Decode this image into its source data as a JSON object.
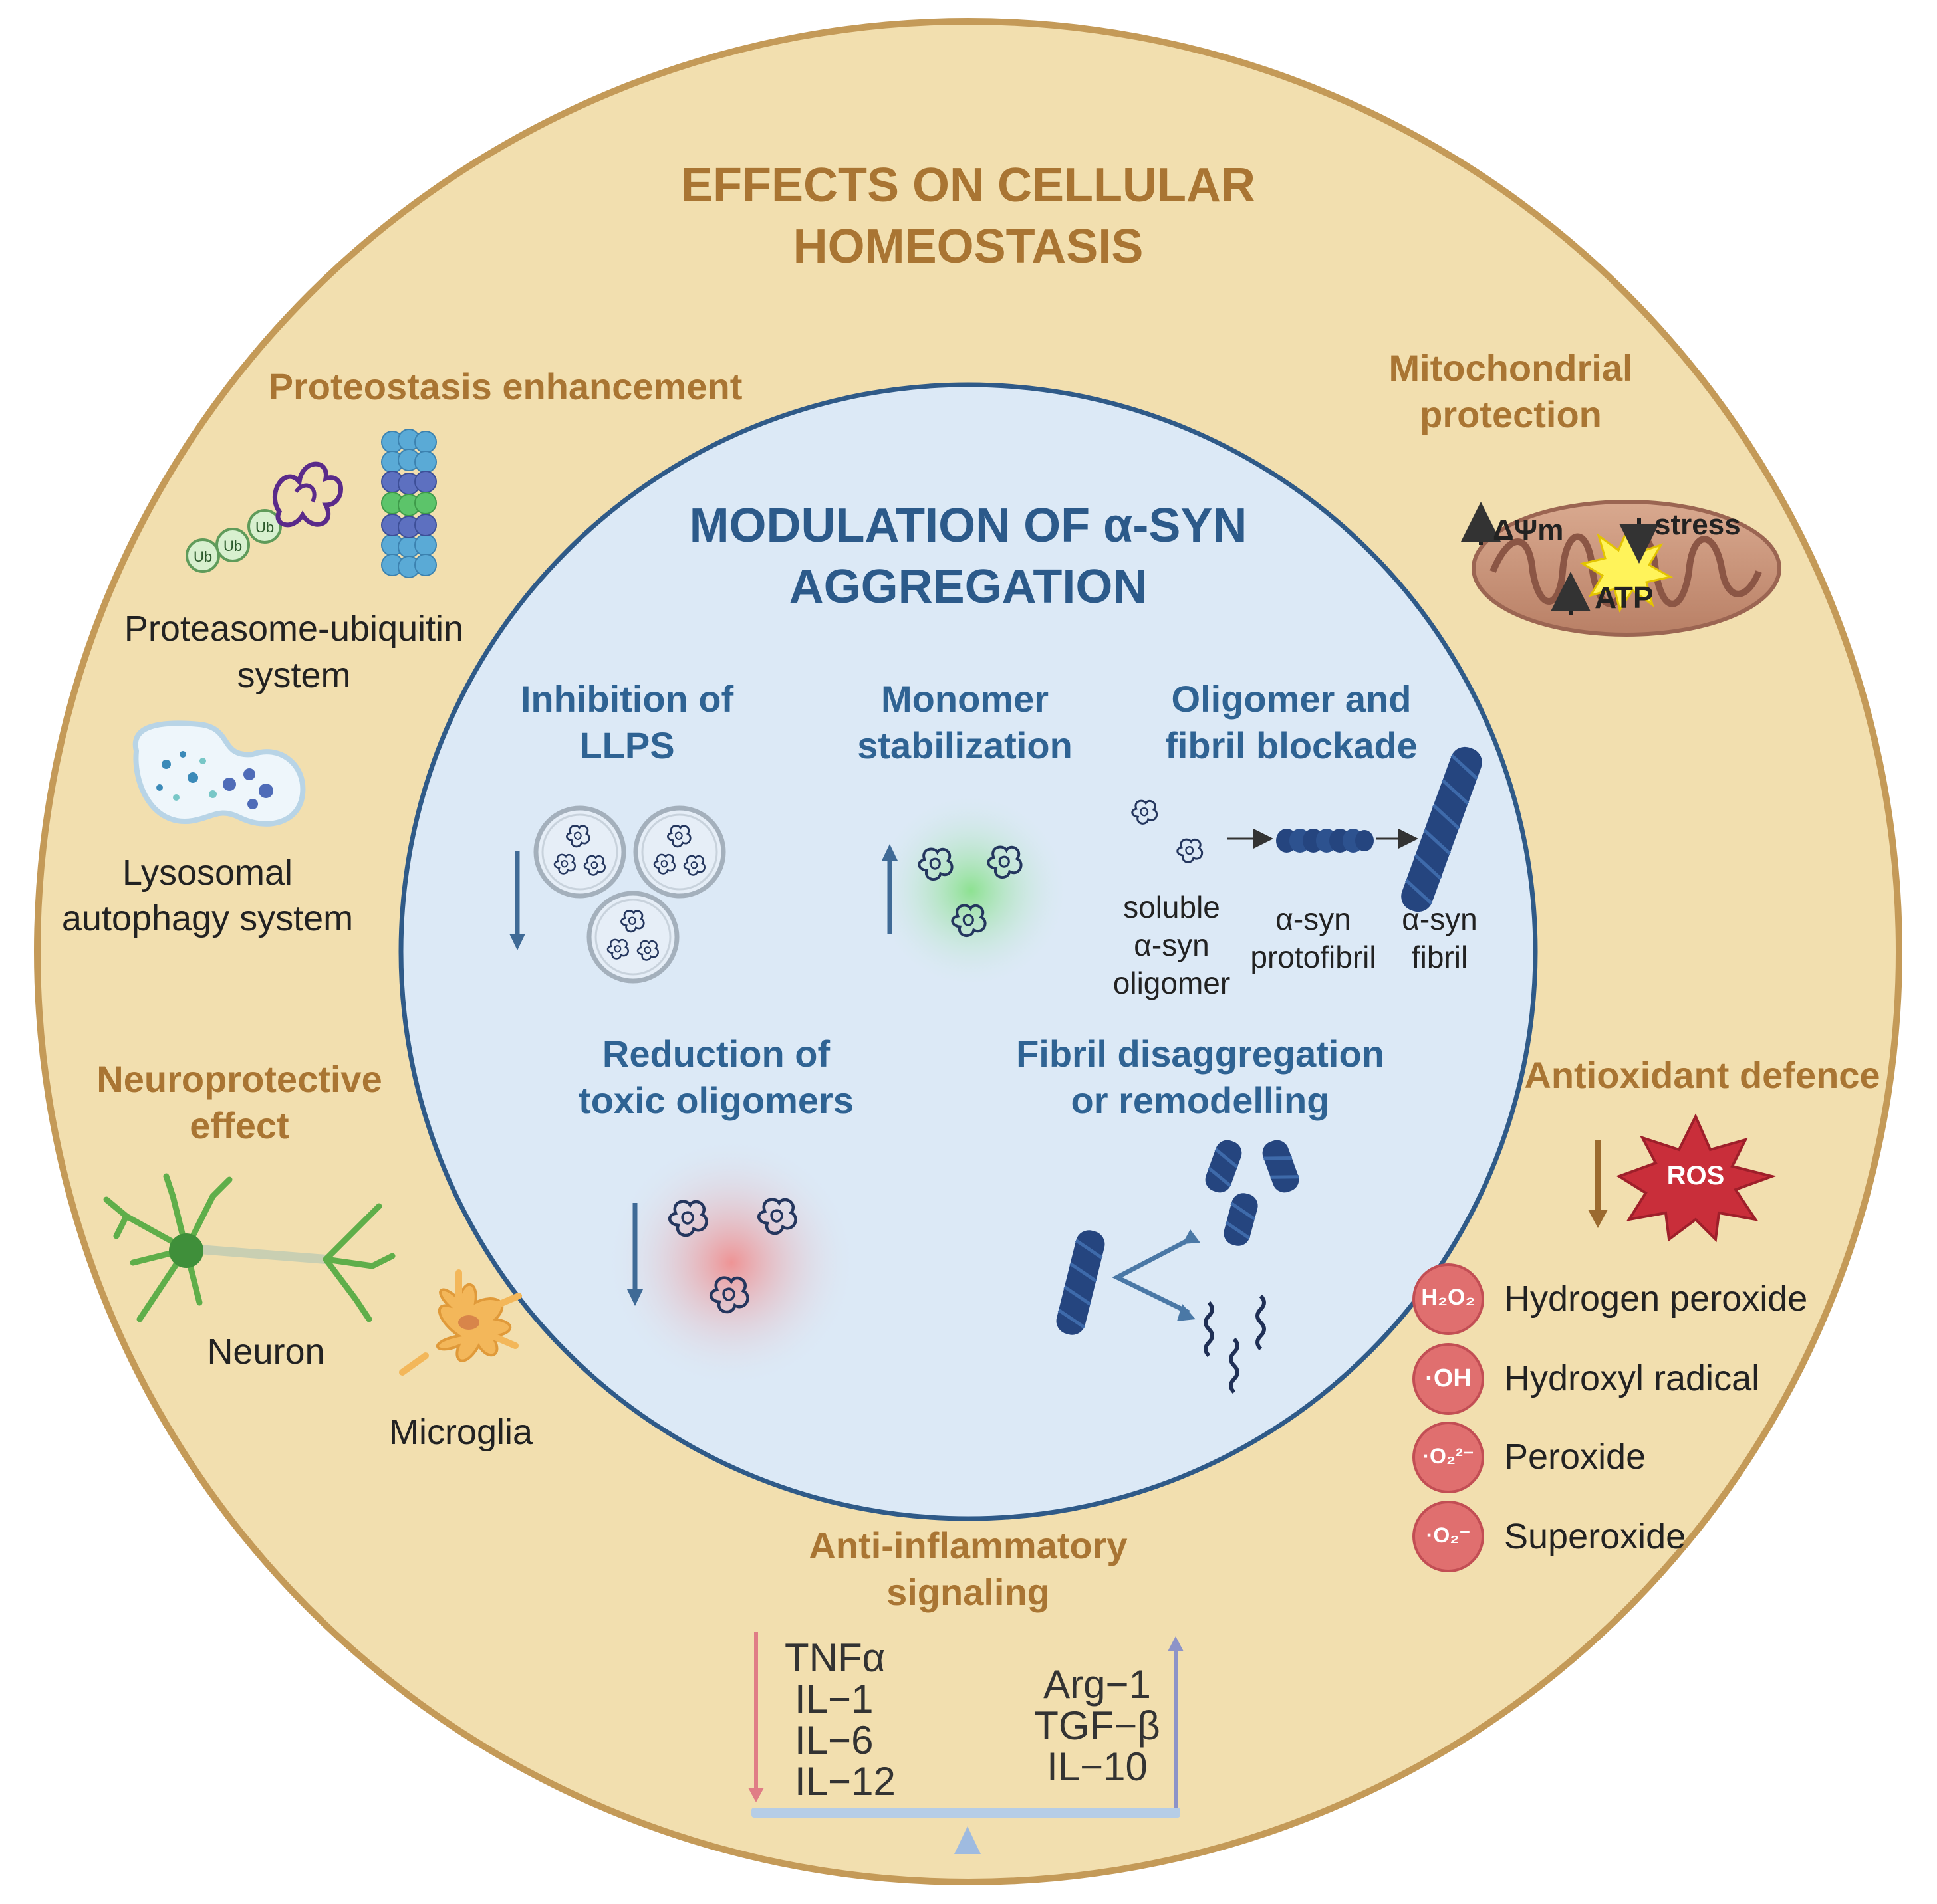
{
  "colors": {
    "outer_fill": "#f2dfaf",
    "outer_stroke": "#c49a58",
    "inner_fill": "#dce9f6",
    "inner_stroke": "#2f5a88",
    "outer_heading": "#a97533",
    "inner_heading": "#2f6393",
    "ros_red": "#c92e3a",
    "pro_inflammatory_arrow": "#e07d86",
    "anti_inflammatory_arrow": "#8d93c8"
  },
  "outer": {
    "title_line1": "EFFECTS ON CELLULAR",
    "title_line2": "HOMEOSTASIS",
    "proteostasis": {
      "heading": "Proteostasis enhancement",
      "ubiquitin_tag": "Ub",
      "proteasome_label_line1": "Proteasome-ubiquitin",
      "proteasome_label_line2": "system",
      "lysosome_label_line1": "Lysosomal",
      "lysosome_label_line2": "autophagy system"
    },
    "mitochondrial": {
      "heading_line1": "Mitochondrial",
      "heading_line2": "protection",
      "membrane_potential": "ΔΨm",
      "stress": "stress",
      "atp": "ATP"
    },
    "neuroprotective": {
      "heading_line1": "Neuroprotective",
      "heading_line2": "effect",
      "neuron": "Neuron",
      "microglia": "Microglia"
    },
    "antioxidant": {
      "heading": "Antioxidant defence",
      "ros": "ROS",
      "species": [
        {
          "symbol": "H₂O₂",
          "name": "Hydrogen peroxide"
        },
        {
          "symbol": "·OH",
          "name": "Hydroxyl radical"
        },
        {
          "symbol": "·O₂²⁻",
          "name": "Peroxide"
        },
        {
          "symbol": "·O₂⁻",
          "name": "Superoxide"
        }
      ]
    },
    "anti_inflammatory": {
      "heading_line1": "Anti-inflammatory",
      "heading_line2": "signaling",
      "decreased": [
        "TNFα",
        "IL−1",
        "IL−6",
        "IL−12"
      ],
      "increased": [
        "Arg−1",
        "TGF−β",
        "IL−10"
      ]
    }
  },
  "inner": {
    "title_line1": "MODULATION OF α-SYN",
    "title_line2": "AGGREGATION",
    "llps": {
      "heading_line1": "Inhibition of",
      "heading_line2": "LLPS"
    },
    "monomer": {
      "heading_line1": "Monomer",
      "heading_line2": "stabilization"
    },
    "blockade": {
      "heading_line1": "Oligomer and",
      "heading_line2": "fibril blockade",
      "oligomer_label": [
        "soluble",
        "α-syn",
        "oligomer"
      ],
      "protofibril_label": [
        "α-syn",
        "protofibril"
      ],
      "fibril_label": [
        "α-syn",
        "fibril"
      ]
    },
    "toxic": {
      "heading_line1": "Reduction of",
      "heading_line2": "toxic oligomers"
    },
    "disaggregation": {
      "heading_line1": "Fibril disaggregation",
      "heading_line2": "or remodelling"
    }
  }
}
